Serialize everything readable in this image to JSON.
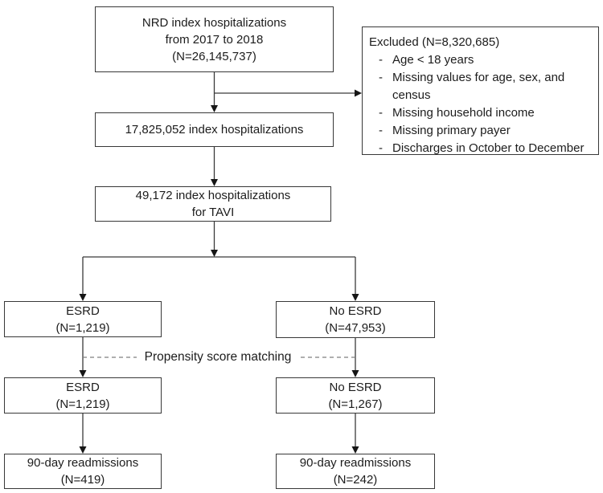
{
  "figure": {
    "boxes": {
      "nrd": {
        "lines": [
          "NRD index hospitalizations",
          "from 2017 to 2018",
          "(N=26,145,737)"
        ]
      },
      "excluded": {
        "title": "Excluded (N=8,320,685)",
        "bullet": "-",
        "items": [
          "Age < 18 years",
          "Missing values for age, sex, and census",
          "Missing household income",
          "Missing primary payer",
          "Discharges in October to December"
        ]
      },
      "index_hosp": {
        "lines": [
          "17,825,052 index hospitalizations"
        ]
      },
      "tavi": {
        "lines": [
          "49,172 index hospitalizations",
          "for TAVI"
        ]
      },
      "esrd_unmatched": {
        "lines": [
          "ESRD",
          "(N=1,219)"
        ]
      },
      "no_esrd_unmatched": {
        "lines": [
          "No ESRD",
          "(N=47,953)"
        ]
      },
      "esrd_matched": {
        "lines": [
          "ESRD",
          "(N=1,219)"
        ]
      },
      "no_esrd_matched": {
        "lines": [
          "No ESRD",
          "(N=1,267)"
        ]
      },
      "readmissions_esrd": {
        "lines": [
          "90-day readmissions",
          "(N=419)"
        ]
      },
      "readmissions_no_esrd": {
        "lines": [
          "90-day readmissions",
          "(N=242)"
        ]
      }
    },
    "labels": {
      "propensity_matching": "Propensity score matching"
    }
  }
}
